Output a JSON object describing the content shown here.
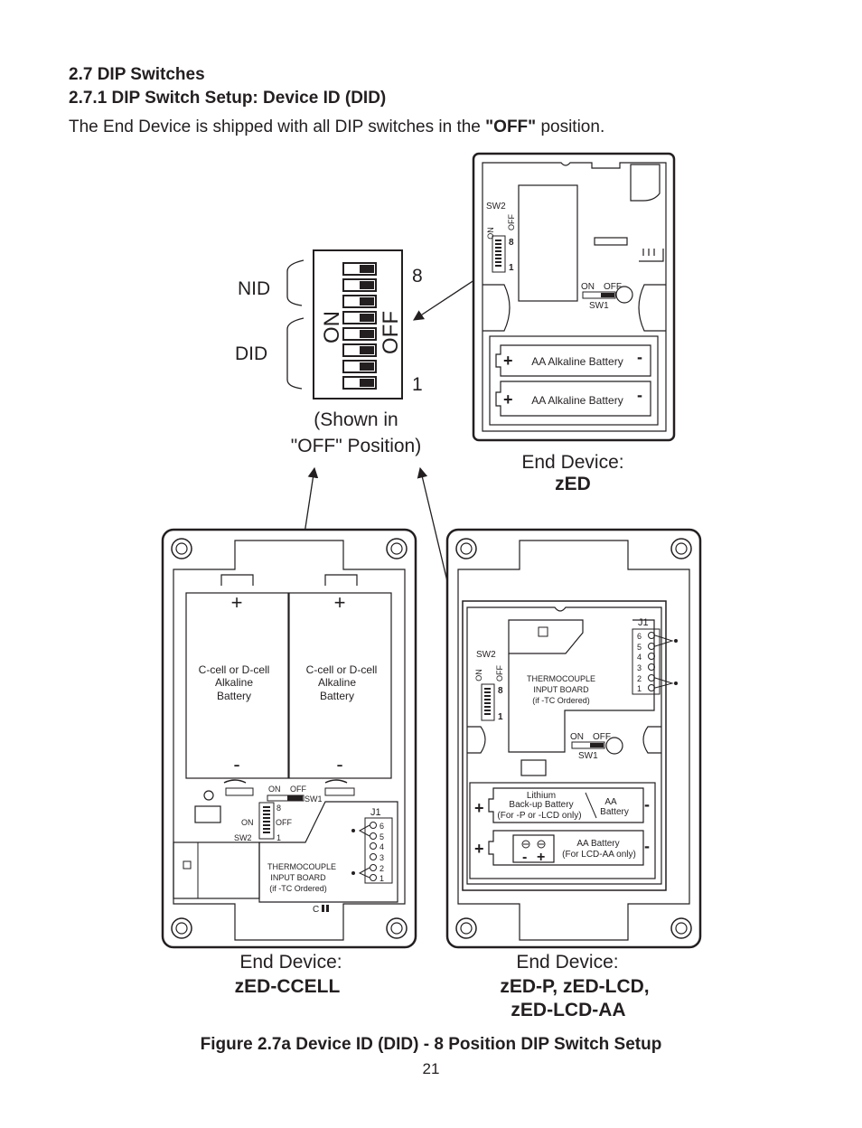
{
  "heading": {
    "section": "2.7  DIP Switches",
    "subsection": "2.7.1  DIP Switch Setup:  Device ID (DID)"
  },
  "intro": {
    "before": "The End Device is shipped with all DIP switches in the ",
    "bold": "\"OFF\"",
    "after": " position."
  },
  "dip_detail": {
    "nid": "NID",
    "did": "DID",
    "on": "ON",
    "off": "OFF",
    "num_top": "8",
    "num_bottom": "1",
    "shown_line1": "(Shown in",
    "shown_line2": "\"OFF\" Position)"
  },
  "zed": {
    "sw2": "SW2",
    "on": "ON",
    "off": "OFF",
    "eight": "8",
    "one": "1",
    "sw1_on": "ON",
    "sw1_off": "OFF",
    "sw1": "SW1",
    "battery1": "AA Alkaline Battery",
    "battery2": "AA Alkaline Battery",
    "plus": "+",
    "minus": "-",
    "label_line1": "End Device:",
    "label_line2": "zED"
  },
  "ccell": {
    "plus": "+",
    "minus": "-",
    "cell_line1": "C-cell or D-cell",
    "cell_line2": "Alkaline",
    "cell_line3": "Battery",
    "sw1_on": "ON",
    "sw1_off": "OFF",
    "sw1": "SW1",
    "sw2_on": "ON",
    "sw2_off": "OFF",
    "sw2": "SW2",
    "eight": "8",
    "one": "1",
    "j1": "J1",
    "pins": [
      "6",
      "5",
      "4",
      "3",
      "2",
      "1"
    ],
    "tc_line1": "THERMOCOUPLE",
    "tc_line2": "INPUT BOARD",
    "tc_line3": "(if -TC Ordered)",
    "c_mark": "C",
    "label_line1": "End Device:",
    "label_line2": "zED-CCELL"
  },
  "plcd": {
    "j1": "J1",
    "pins": [
      "6",
      "5",
      "4",
      "3",
      "2",
      "1"
    ],
    "sw2": "SW2",
    "on": "ON",
    "off": "OFF",
    "eight": "8",
    "one": "1",
    "tc_line1": "THERMOCOUPLE",
    "tc_line2": "INPUT BOARD",
    "tc_line3": "(if -TC Ordered)",
    "sw1_on": "ON",
    "sw1_off": "OFF",
    "sw1": "SW1",
    "lith_line1": "Lithium",
    "lith_line2": "Back-up Battery",
    "lith_line3": "(For -P or -LCD only)",
    "aa_line1": "AA",
    "aa_line2": "Battery",
    "aab_line1": "AA Battery",
    "aab_line2": "(For LCD-AA only)",
    "plus": "+",
    "minus": "-",
    "label_line1": "End Device:",
    "label_line2": "zED-P, zED-LCD,",
    "label_line3": "zED-LCD-AA"
  },
  "caption": "Figure 2.7a  Device ID (DID) - 8 Position DIP Switch Setup",
  "page_number": "21"
}
